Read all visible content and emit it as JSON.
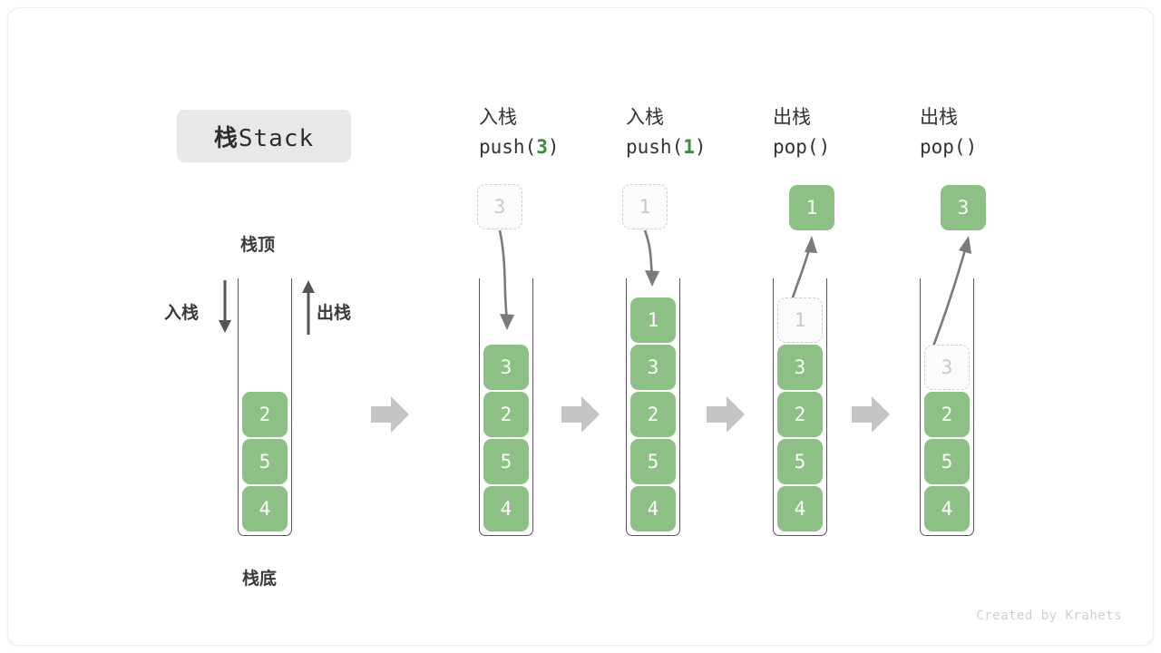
{
  "card": {
    "title_cn": "栈",
    "title_en": "Stack",
    "credit": "Created by Krahets"
  },
  "legend": {
    "top_label": "栈顶",
    "bottom_label": "栈底",
    "push_label": "入栈",
    "pop_label": "出栈"
  },
  "colors": {
    "cell_fill": "#8cc084",
    "cell_text": "#ffffff",
    "ghost_border": "#cfcfcf",
    "ghost_text": "#c9c9c9",
    "accent_green": "#3d8b3d",
    "arrow_gray": "#c4c4c4",
    "stroke": "#555555",
    "badge_bg": "#e8e8e8"
  },
  "flow_arrows": [
    {
      "name": "step-arrow-1"
    },
    {
      "name": "step-arrow-2"
    },
    {
      "name": "step-arrow-3"
    },
    {
      "name": "step-arrow-4"
    }
  ],
  "stages": [
    {
      "id": "initial",
      "heading_cn": "",
      "heading_code": "",
      "cells": [
        {
          "value": "2",
          "state": "filled"
        },
        {
          "value": "5",
          "state": "filled"
        },
        {
          "value": "4",
          "state": "filled"
        }
      ],
      "float": null
    },
    {
      "id": "push-3",
      "heading_cn": "入栈",
      "heading_code": "push(",
      "heading_arg": "3",
      "heading_code_end": ")",
      "cells": [
        {
          "value": "3",
          "state": "filled"
        },
        {
          "value": "2",
          "state": "filled"
        },
        {
          "value": "5",
          "state": "filled"
        },
        {
          "value": "4",
          "state": "filled"
        }
      ],
      "float": {
        "value": "3",
        "state": "ghost",
        "direction": "down"
      }
    },
    {
      "id": "push-1",
      "heading_cn": "入栈",
      "heading_code": "push(",
      "heading_arg": "1",
      "heading_code_end": ")",
      "cells": [
        {
          "value": "1",
          "state": "filled"
        },
        {
          "value": "3",
          "state": "filled"
        },
        {
          "value": "2",
          "state": "filled"
        },
        {
          "value": "5",
          "state": "filled"
        },
        {
          "value": "4",
          "state": "filled"
        }
      ],
      "float": {
        "value": "1",
        "state": "ghost",
        "direction": "down"
      }
    },
    {
      "id": "pop-1",
      "heading_cn": "出栈",
      "heading_code": "pop(",
      "heading_arg": "",
      "heading_code_end": ")",
      "cells": [
        {
          "value": "1",
          "state": "ghost"
        },
        {
          "value": "3",
          "state": "filled"
        },
        {
          "value": "2",
          "state": "filled"
        },
        {
          "value": "5",
          "state": "filled"
        },
        {
          "value": "4",
          "state": "filled"
        }
      ],
      "float": {
        "value": "1",
        "state": "filled",
        "direction": "up"
      }
    },
    {
      "id": "pop-2",
      "heading_cn": "出栈",
      "heading_code": "pop(",
      "heading_arg": "",
      "heading_code_end": ")",
      "cells": [
        {
          "value": "",
          "state": "blank"
        },
        {
          "value": "3",
          "state": "ghost"
        },
        {
          "value": "2",
          "state": "filled"
        },
        {
          "value": "5",
          "state": "filled"
        },
        {
          "value": "4",
          "state": "filled"
        }
      ],
      "float": {
        "value": "3",
        "state": "filled",
        "direction": "up"
      }
    }
  ]
}
